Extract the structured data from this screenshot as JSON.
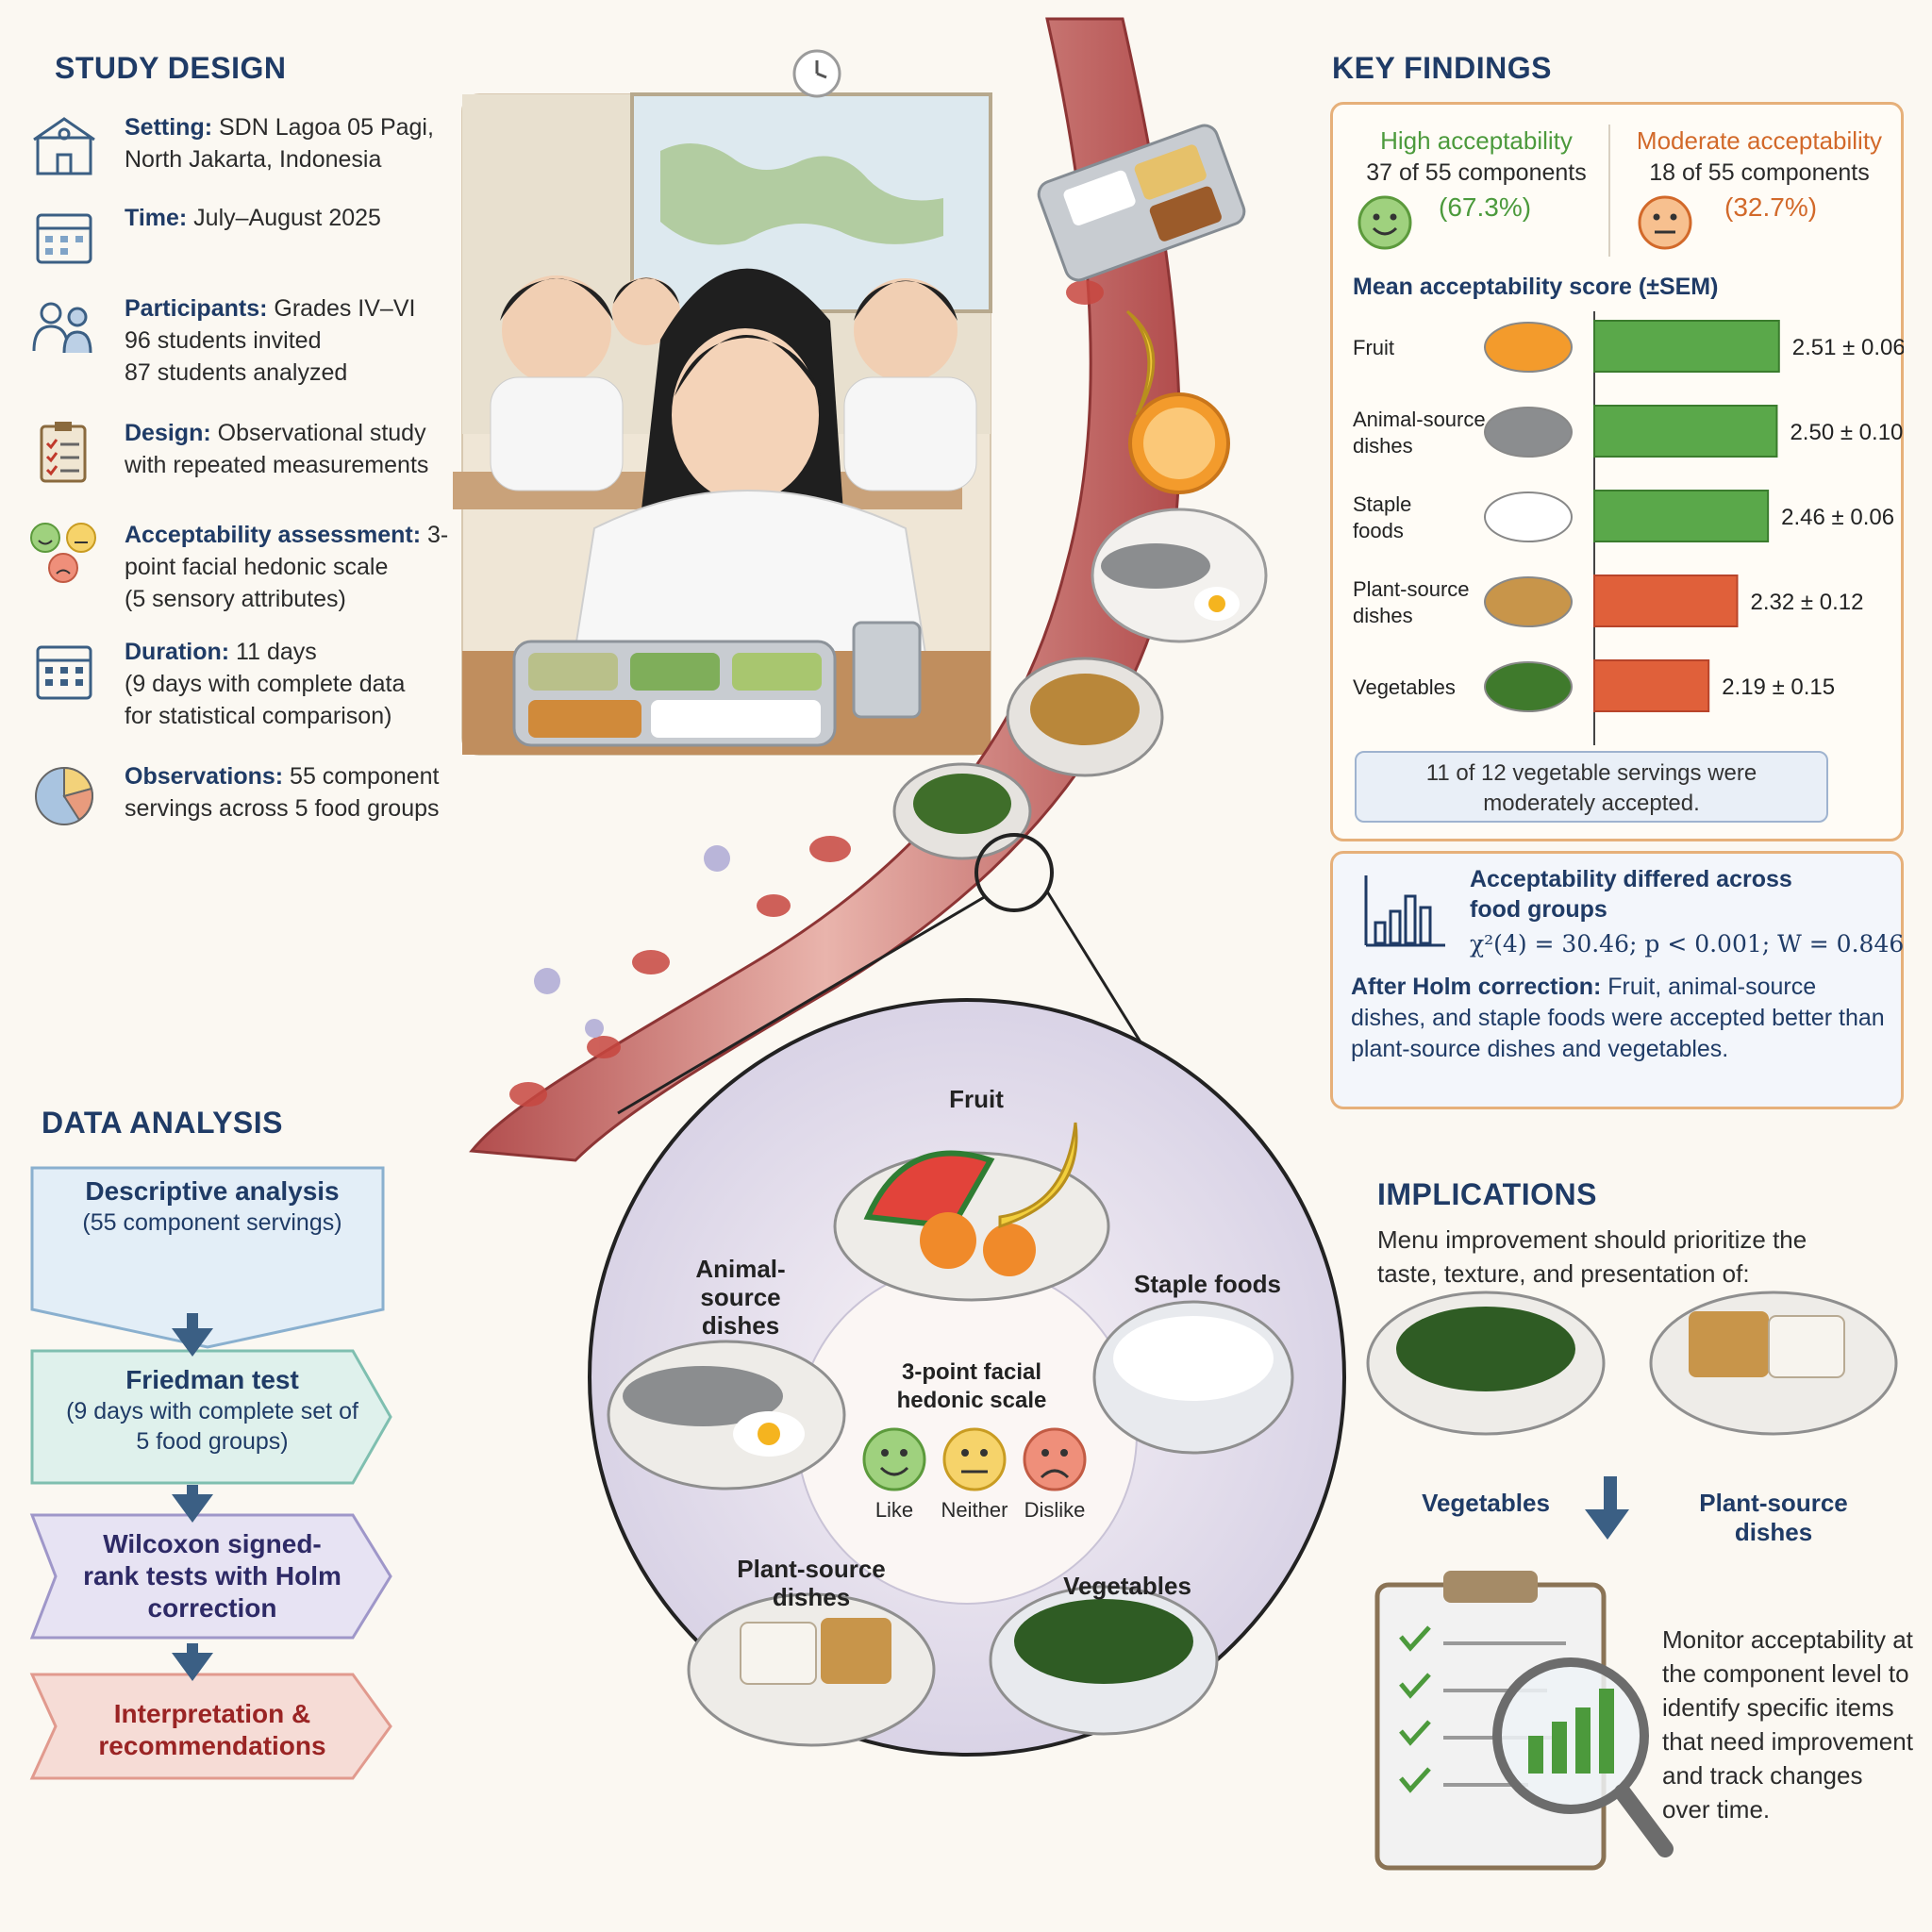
{
  "study_design": {
    "heading": "STUDY DESIGN",
    "items": [
      {
        "label": "Setting:",
        "lines": [
          "SDN Lagoa 05 Pagi,",
          "North Jakarta, Indonesia"
        ],
        "icon": "school-building-icon"
      },
      {
        "label": "Time:",
        "lines": [
          "July–August 2025"
        ],
        "icon": "calendar-icon"
      },
      {
        "label": "Participants:",
        "lines": [
          "Grades IV–VI",
          "96 students invited",
          "87 students analyzed"
        ],
        "icon": "people-icon"
      },
      {
        "label": "Design:",
        "lines": [
          "Observational study",
          "with repeated measurements"
        ],
        "icon": "clipboard-icon"
      },
      {
        "label": "Acceptability assessment:",
        "lines": [
          "3-point facial hedonic scale",
          "(5 sensory attributes)"
        ],
        "icon": "faces-icon"
      },
      {
        "label": "Duration:",
        "lines": [
          "11 days",
          "(9 days with complete data",
          "for statistical comparison)"
        ],
        "icon": "calendar-grid-icon"
      },
      {
        "label": "Observations:",
        "lines": [
          "55 component",
          "servings across 5 food groups"
        ],
        "icon": "pie-chart-icon"
      }
    ]
  },
  "key_findings": {
    "heading": "KEY FINDINGS",
    "high": {
      "title": "High acceptability",
      "count": "37 of 55 components",
      "pct": "(67.3%)",
      "color": "#4c9a3c"
    },
    "moderate": {
      "title": "Moderate acceptability",
      "count": "18 of 55 components",
      "pct": "(32.7%)",
      "color": "#d2692a"
    },
    "score_title": "Mean acceptability score (±SEM)",
    "vegetable_note": "11 of 12 vegetable servings were moderately accepted."
  },
  "chart_data": {
    "type": "bar",
    "orientation": "horizontal",
    "title": "Mean acceptability score (±SEM)",
    "categories": [
      "Fruit",
      "Animal-source dishes",
      "Staple foods",
      "Plant-source dishes",
      "Vegetables"
    ],
    "values": [
      2.51,
      2.5,
      2.46,
      2.32,
      2.19
    ],
    "sem": [
      0.06,
      0.1,
      0.06,
      0.12,
      0.15
    ],
    "value_labels": [
      "2.51 ± 0.06",
      "2.50 ± 0.10",
      "2.46 ± 0.06",
      "2.32 ± 0.12",
      "2.19 ± 0.15"
    ],
    "bar_colors": [
      "#5aa84a",
      "#5aa84a",
      "#5aa84a",
      "#e0603a",
      "#e0603a"
    ],
    "xlim": [
      1.67,
      3.0
    ]
  },
  "stats": {
    "title_lines": [
      "Acceptability differed across",
      "food groups"
    ],
    "formula": "χ²(4) = 30.46;  p < 0.001;  W = 0.846",
    "holm_label": "After Holm correction:",
    "holm_text": " Fruit, animal-source dishes, and staple foods were accepted better than plant-source dishes and vegetables."
  },
  "data_analysis": {
    "heading": "DATA ANALYSIS",
    "steps": [
      {
        "title": "Descriptive analysis",
        "sub": "(55 component servings)"
      },
      {
        "title": "Friedman test",
        "sub": "(9 days with complete set of 5 food groups)"
      },
      {
        "title": "Wilcoxon signed-rank tests with Holm correction",
        "sub": ""
      },
      {
        "title": "Interpretation & recommendations",
        "sub": ""
      }
    ]
  },
  "circle": {
    "fruit": "Fruit",
    "animal": "Animal-source dishes",
    "staple": "Staple foods",
    "plant": "Plant-source dishes",
    "vegetables": "Vegetables",
    "scale_title": "3-point facial hedonic scale",
    "like": "Like",
    "neither": "Neither",
    "dislike": "Dislike"
  },
  "implications": {
    "heading": "IMPLICATIONS",
    "intro": "Menu improvement should prioritize the taste, texture, and presentation of:",
    "item1": "Vegetables",
    "item2": "Plant-source dishes",
    "monitor": "Monitor acceptability at the component level to identify specific items that need improvement and track changes over time."
  }
}
